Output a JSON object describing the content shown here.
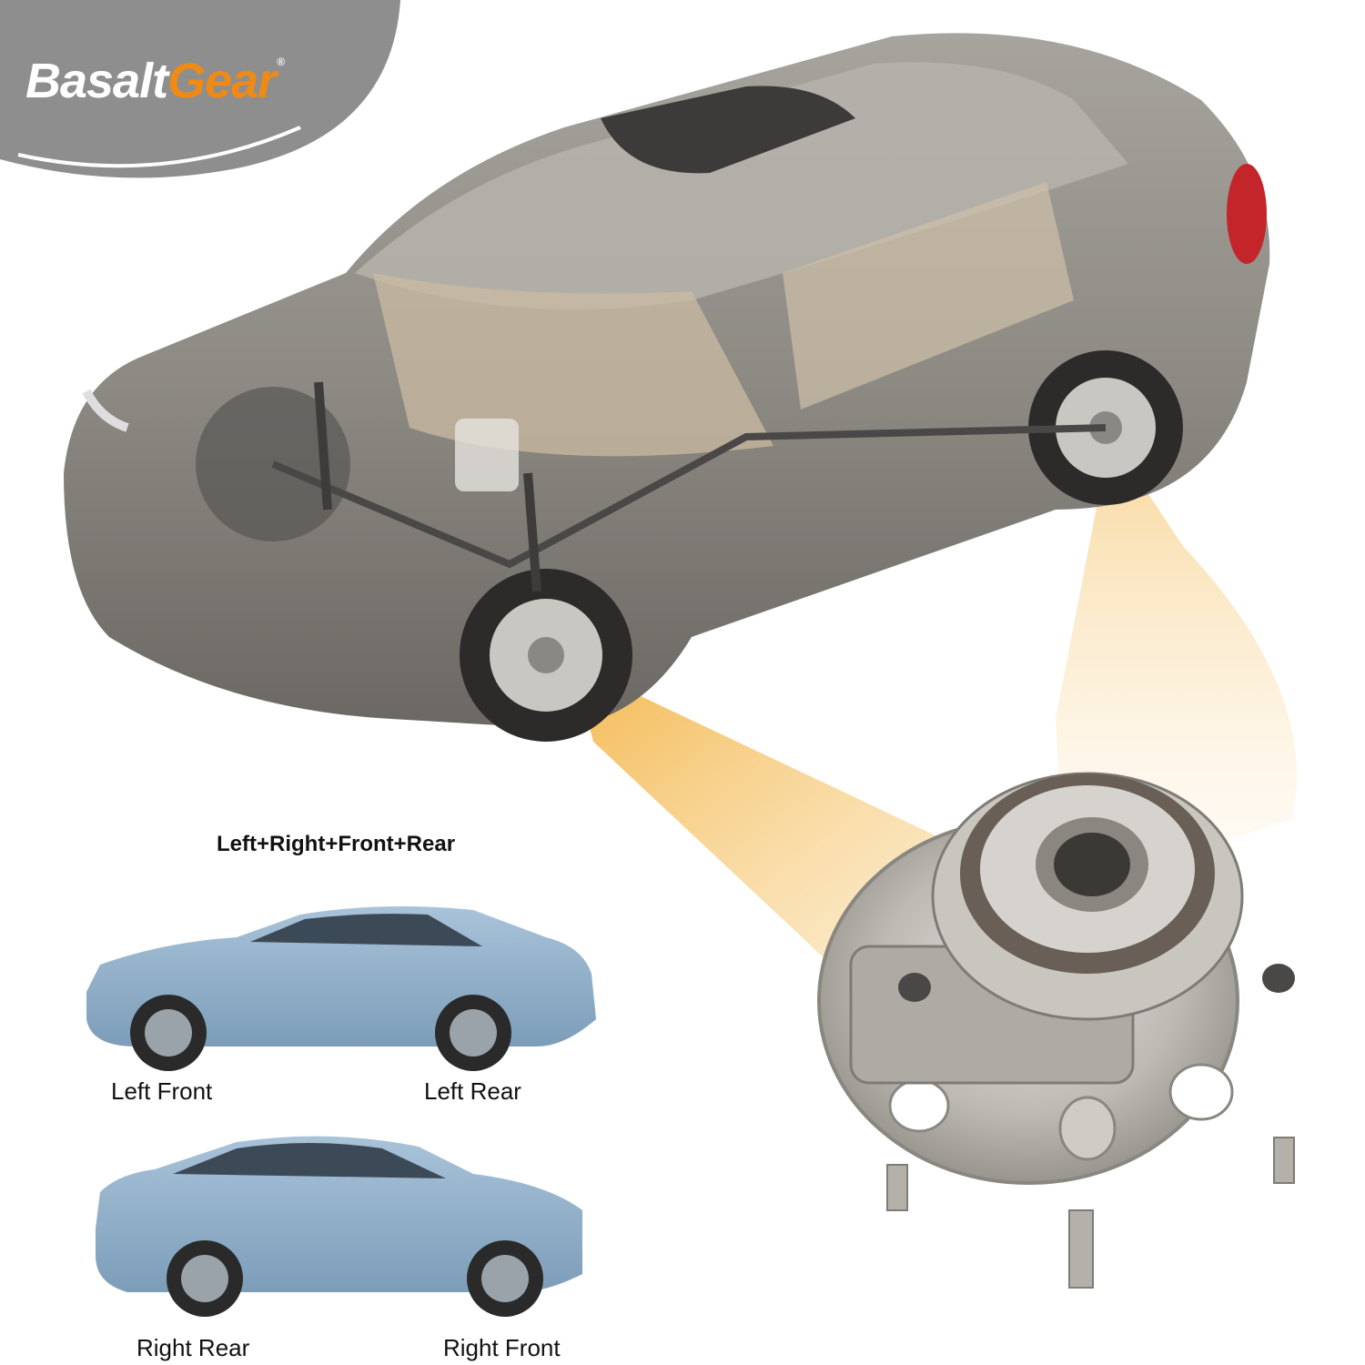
{
  "brand": {
    "name_part1": "Basalt",
    "name_part2": "Gear",
    "registered_mark": "®",
    "colors": {
      "badge": "#8e8e8e",
      "accent": "#f08a14",
      "text": "#ffffff"
    }
  },
  "headline": "Left+Right+Front+Rear",
  "positions": {
    "left_front": "Left Front",
    "left_rear": "Left Rear",
    "right_rear": "Right Rear",
    "right_front": "Right Front"
  },
  "colors": {
    "car_main": "#8d8a84",
    "car_dark": "#5e5b57",
    "sedan_blue": "#8fb0cc",
    "highlight_beam": "#f3b64a",
    "hub_metal": "#b9b6b0"
  },
  "icons": {
    "main_car": "cutaway-sedan-illustration",
    "hub": "wheel-hub-bearing-assembly",
    "car_left_view": "sedan-left-side-icon",
    "car_right_view": "sedan-right-side-icon"
  }
}
